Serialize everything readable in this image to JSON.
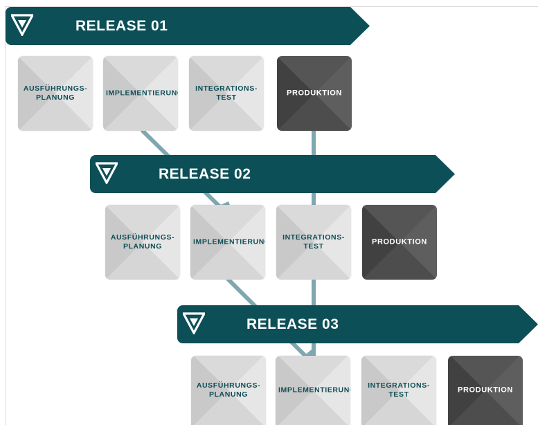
{
  "releases": [
    {
      "title": "RELEASE 01",
      "stages": [
        {
          "label": "AUSFÜHRUNGS-\nPLANUNG",
          "style": "light"
        },
        {
          "label": "IMPLEMENTIERUNG",
          "style": "light"
        },
        {
          "label": "INTEGRATIONS-\nTEST",
          "style": "light"
        },
        {
          "label": "PRODUKTION",
          "style": "dark"
        }
      ]
    },
    {
      "title": "RELEASE 02",
      "stages": [
        {
          "label": "AUSFÜHRUNGS-\nPLANUNG",
          "style": "light"
        },
        {
          "label": "IMPLEMENTIERUNG",
          "style": "light"
        },
        {
          "label": "INTEGRATIONS-\nTEST",
          "style": "light"
        },
        {
          "label": "PRODUKTION",
          "style": "dark"
        }
      ]
    },
    {
      "title": "RELEASE 03",
      "stages": [
        {
          "label": "AUSFÜHRUNGS-\nPLANUNG",
          "style": "light"
        },
        {
          "label": "IMPLEMENTIERUNG",
          "style": "light"
        },
        {
          "label": "INTEGRATIONS-\nTEST",
          "style": "light"
        },
        {
          "label": "PRODUKTION",
          "style": "dark"
        }
      ]
    }
  ],
  "colors": {
    "banner": "#0d4f57",
    "connector": "#7fa7b0",
    "tile_light": "#d6d6d6",
    "tile_dark": "#4d4d4d"
  },
  "icons": {
    "release_logo": "v-logo-icon"
  }
}
